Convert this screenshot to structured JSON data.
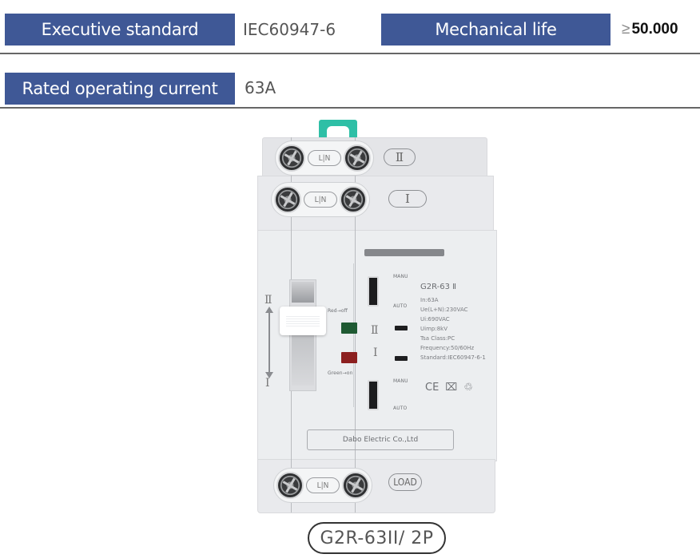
{
  "specs": [
    {
      "label": "Executive standard",
      "value": "IEC60947-6"
    },
    {
      "label": "Mechanical life",
      "value_prefix": "≥",
      "value": "50.000"
    },
    {
      "label": "Rated operating current",
      "value": "63A"
    }
  ],
  "colors": {
    "label_bg": "#3f5896",
    "clip": "#2ebfa6",
    "indicator_green": "#1f5a33",
    "indicator_red": "#8c1f1f"
  },
  "device": {
    "terminals": {
      "top_tag": "L|N",
      "top_source": "Ⅱ",
      "mid_tag": "L|N",
      "mid_source": "Ⅰ",
      "bottom_tag": "L|N",
      "bottom_label": "LOAD"
    },
    "lever": {
      "top_mark": "Ⅱ",
      "bottom_mark": "Ⅰ"
    },
    "indicators": {
      "red_text": "Red→off",
      "green_text": "Green→on",
      "mark_2": "Ⅱ",
      "mark_1": "Ⅰ"
    },
    "switch_labels": {
      "manu": "MANU",
      "auto": "AUTO"
    },
    "nameplate": {
      "model": "G2R-63 Ⅱ",
      "lines": [
        "In:63A",
        "Ue(L+N):230VAC",
        "Ui:690VAC",
        "Uimp:8kV",
        "Tsa Class:PC",
        "Frequency:50/60Hz",
        "Standard:IEC60947-6-1"
      ]
    },
    "marks": {
      "ce": "CE",
      "weee": "⌧",
      "recycle": "♲"
    },
    "manufacturer": "Dabo Electric Co.,Ltd"
  },
  "model_badge": "G2R-63II/ 2P"
}
